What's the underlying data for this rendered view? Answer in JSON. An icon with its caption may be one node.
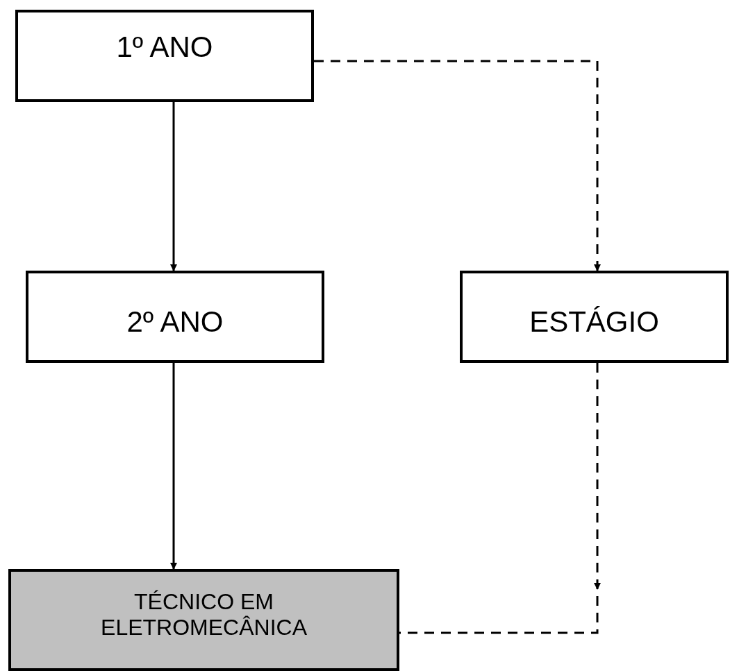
{
  "diagram": {
    "nodes": [
      {
        "text": [
          "1º ANO"
        ]
      },
      {
        "text": [
          "2º ANO"
        ]
      },
      {
        "text": [
          "ESTÁGIO"
        ]
      },
      {
        "text": [
          "TÉCNICO EM ELETROMECÂNICA"
        ]
      }
    ],
    "edges": [
      {
        "from": 0,
        "to": 1,
        "arrow": "to"
      },
      {
        "from": 1,
        "to": 3,
        "arrow": "to"
      },
      {
        "from": 0,
        "to": 2,
        "arrow": "to",
        "style": "dashed"
      },
      {
        "from": 2,
        "to": 3,
        "arrow": "to",
        "style": "dashed"
      }
    ]
  }
}
